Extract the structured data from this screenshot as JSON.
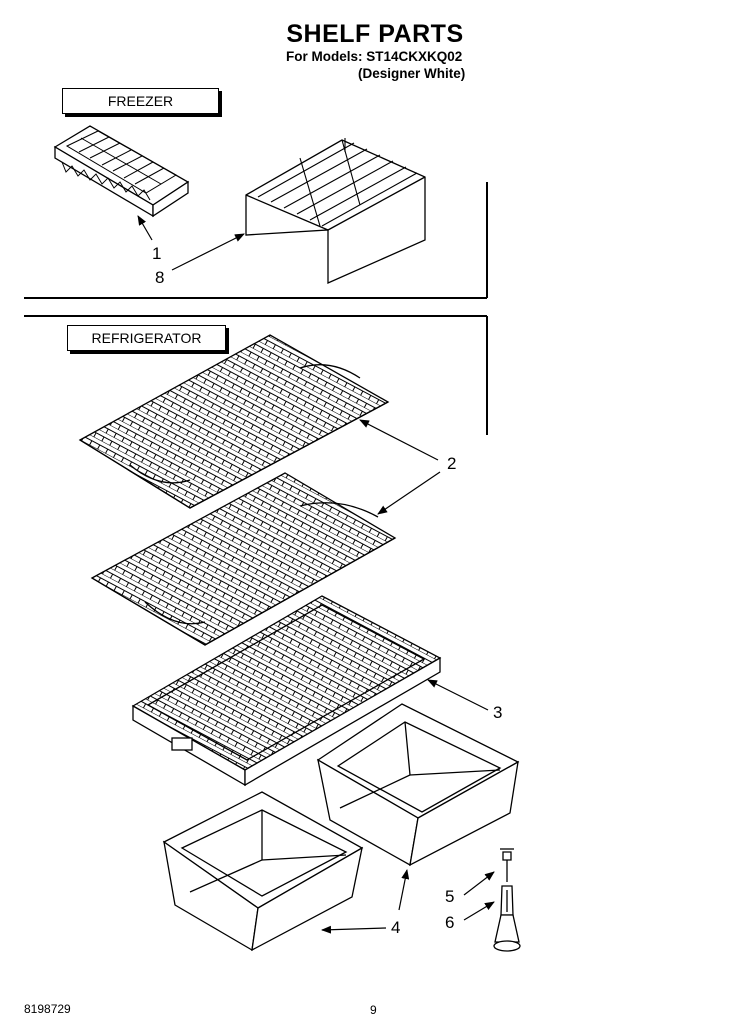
{
  "header": {
    "title": "SHELF PARTS",
    "models_line": "For Models: ST14CKXKQ02",
    "variant_line": "(Designer White)"
  },
  "sections": {
    "freezer": "FREEZER",
    "refrigerator": "REFRIGERATOR"
  },
  "callouts": {
    "c1": "1",
    "c8": "8",
    "c2": "2",
    "c3": "3",
    "c4": "4",
    "c5": "5",
    "c6": "6"
  },
  "footer": {
    "doc_number": "8198729",
    "page_number": "9"
  }
}
